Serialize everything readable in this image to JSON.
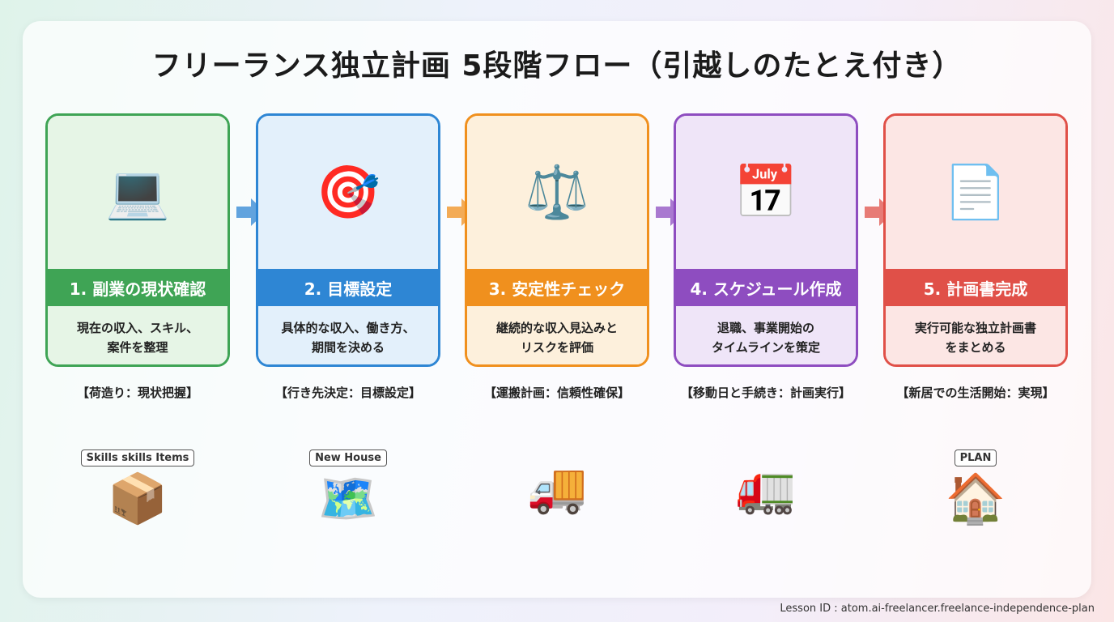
{
  "title": "フリーランス独立計画 5段階フロー（引越しのたとえ付き）",
  "steps": [
    {
      "label": "1. 副業の現状確認",
      "desc1": "現在の収入、スキル、",
      "desc2": "案件を整理",
      "caption": "【荷造り：現状把握】",
      "icon": "💻",
      "ill": "📦",
      "ill_text": "Skills skills Items",
      "color": "#3fa455",
      "bg": "#e6f5e6"
    },
    {
      "label": "2. 目標設定",
      "desc1": "具体的な収入、働き方、",
      "desc2": "期間を決める",
      "caption": "【行き先決定：目標設定】",
      "icon": "🎯",
      "ill": "🗺️",
      "ill_text": "New House",
      "color": "#2e86d4",
      "bg": "#e3f0fb"
    },
    {
      "label": "3. 安定性チェック",
      "desc1": "継続的な収入見込みと",
      "desc2": "リスクを評価",
      "caption": "【運搬計画：信頼性確保】",
      "icon": "⚖️",
      "ill": "🚚",
      "ill_text": "",
      "color": "#f0901e",
      "bg": "#fdf0dc"
    },
    {
      "label": "4. スケジュール作成",
      "desc1": "退職、事業開始の",
      "desc2": "タイムラインを策定",
      "caption": "【移動日と手続き：計画実行】",
      "icon": "📅",
      "ill": "🚛",
      "ill_text": "",
      "color": "#8e4dc0",
      "bg": "#efe5f8"
    },
    {
      "label": "5. 計画書完成",
      "desc1": "実行可能な独立計画書",
      "desc2": "をまとめる",
      "caption": "【新居での生活開始：実現】",
      "icon": "📄",
      "ill": "🏠",
      "ill_text": "PLAN",
      "color": "#e05048",
      "bg": "#fce6e4"
    }
  ],
  "lesson_id": "Lesson ID : atom.ai-freelancer.freelance-independence-plan"
}
